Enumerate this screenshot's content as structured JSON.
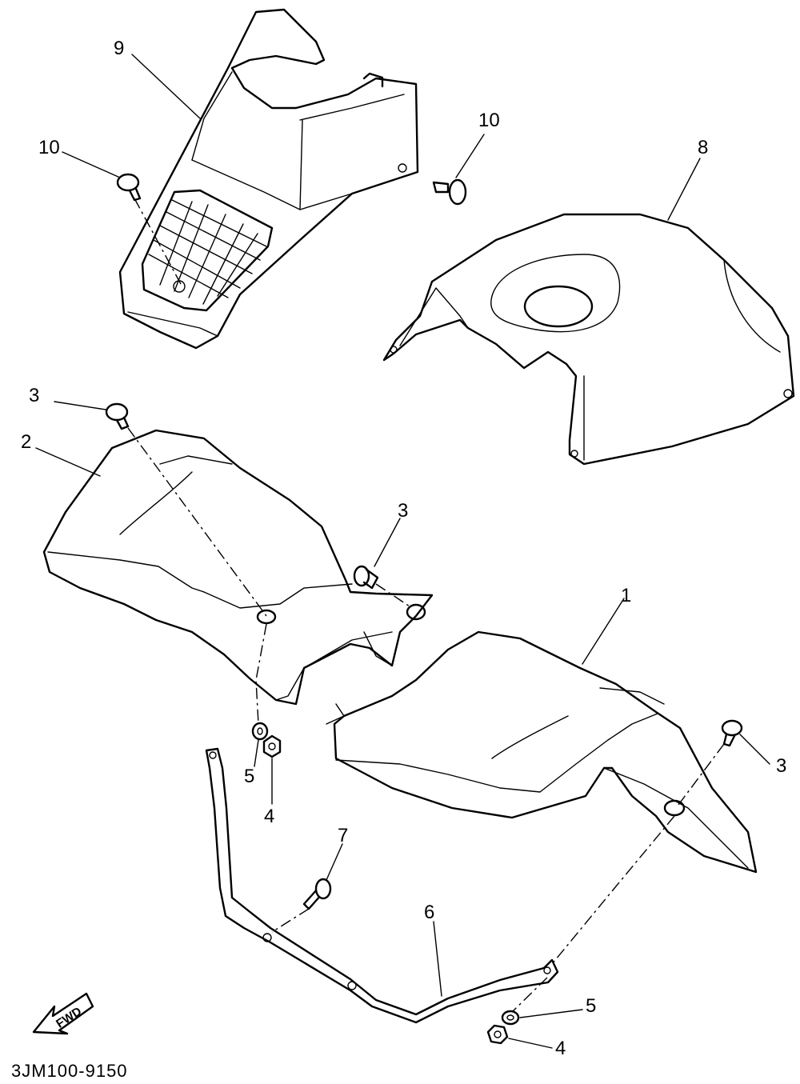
{
  "callouts": {
    "c1": "1",
    "c2": "2",
    "c3a": "3",
    "c3b": "3",
    "c3c": "3",
    "c4a": "4",
    "c4b": "4",
    "c5a": "5",
    "c5b": "5",
    "c6": "6",
    "c7": "7",
    "c8": "8",
    "c9": "9",
    "c10a": "10",
    "c10b": "10"
  },
  "direction_arrow": "FWD",
  "drawing_code": "3JM100-9150"
}
